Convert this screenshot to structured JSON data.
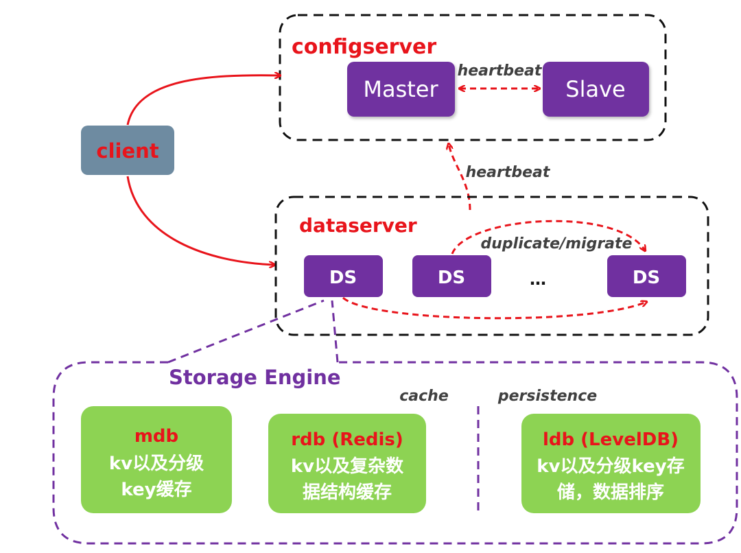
{
  "client": {
    "label": "client"
  },
  "configserver": {
    "title": "configserver",
    "master": "Master",
    "slave": "Slave",
    "link_label": "heartbeat"
  },
  "heartbeat_label": "heartbeat",
  "dataserver": {
    "title": "dataserver",
    "nodes": [
      "DS",
      "DS",
      "…",
      "DS"
    ],
    "dup_label": "duplicate/migrate"
  },
  "storage": {
    "title": "Storage Engine",
    "cache_label": "cache",
    "persistence_label": "persistence",
    "engines": [
      {
        "name": "mdb",
        "line1": "kv以及分级",
        "line2": "key缓存"
      },
      {
        "name": "rdb (Redis)",
        "line1": "kv以及复杂数",
        "line2": "据结构缓存"
      },
      {
        "name": "ldb (LevelDB)",
        "line1": "kv以及分级key存",
        "line2": "储，数据排序"
      }
    ]
  },
  "colors": {
    "red": "#e8141b",
    "purple": "#7030a0",
    "green": "#8dd353",
    "client_bg": "#6e8ba1",
    "dark": "#404040"
  }
}
